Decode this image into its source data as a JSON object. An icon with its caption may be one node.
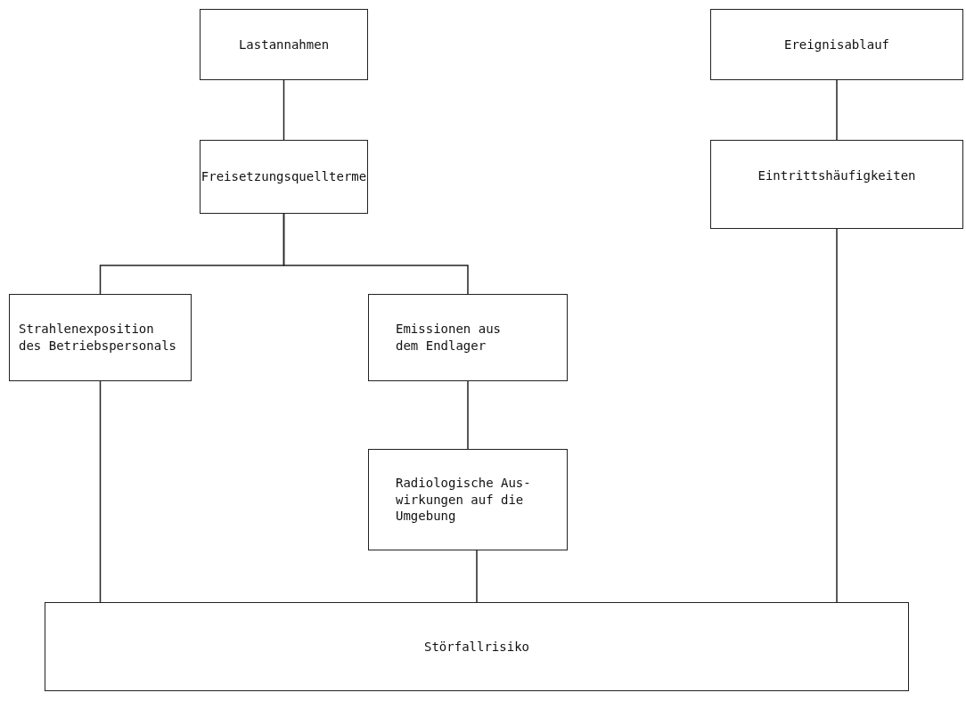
{
  "diagram": {
    "nodes": [
      {
        "text": [
          "Lastannahmen"
        ]
      },
      {
        "text": [
          "Ereignisablauf"
        ]
      },
      {
        "text": [
          "Freisetzungsquellterme"
        ]
      },
      {
        "text": [
          "Eintrittshäufigkeiten"
        ]
      },
      {
        "text": [
          "Strahlenexposition des Betriebspersonals"
        ]
      },
      {
        "text": [
          "Emissionen aus dem Endlager"
        ]
      },
      {
        "text": [
          "Radiologische Aus- wirkungen auf die Umgebung"
        ]
      },
      {
        "text": [
          "Störfallrisiko"
        ]
      }
    ],
    "edges": [
      {
        "from": 0,
        "to": 2,
        "arrow": "none"
      },
      {
        "from": 1,
        "to": 3,
        "arrow": "none"
      },
      {
        "from": 2,
        "to": 4,
        "arrow": "none"
      },
      {
        "from": 2,
        "to": 5,
        "arrow": "none"
      },
      {
        "from": 5,
        "to": 6,
        "arrow": "none"
      },
      {
        "from": 4,
        "to": 7,
        "arrow": "none"
      },
      {
        "from": 6,
        "to": 7,
        "arrow": "none"
      },
      {
        "from": 3,
        "to": 7,
        "arrow": "none"
      }
    ]
  }
}
